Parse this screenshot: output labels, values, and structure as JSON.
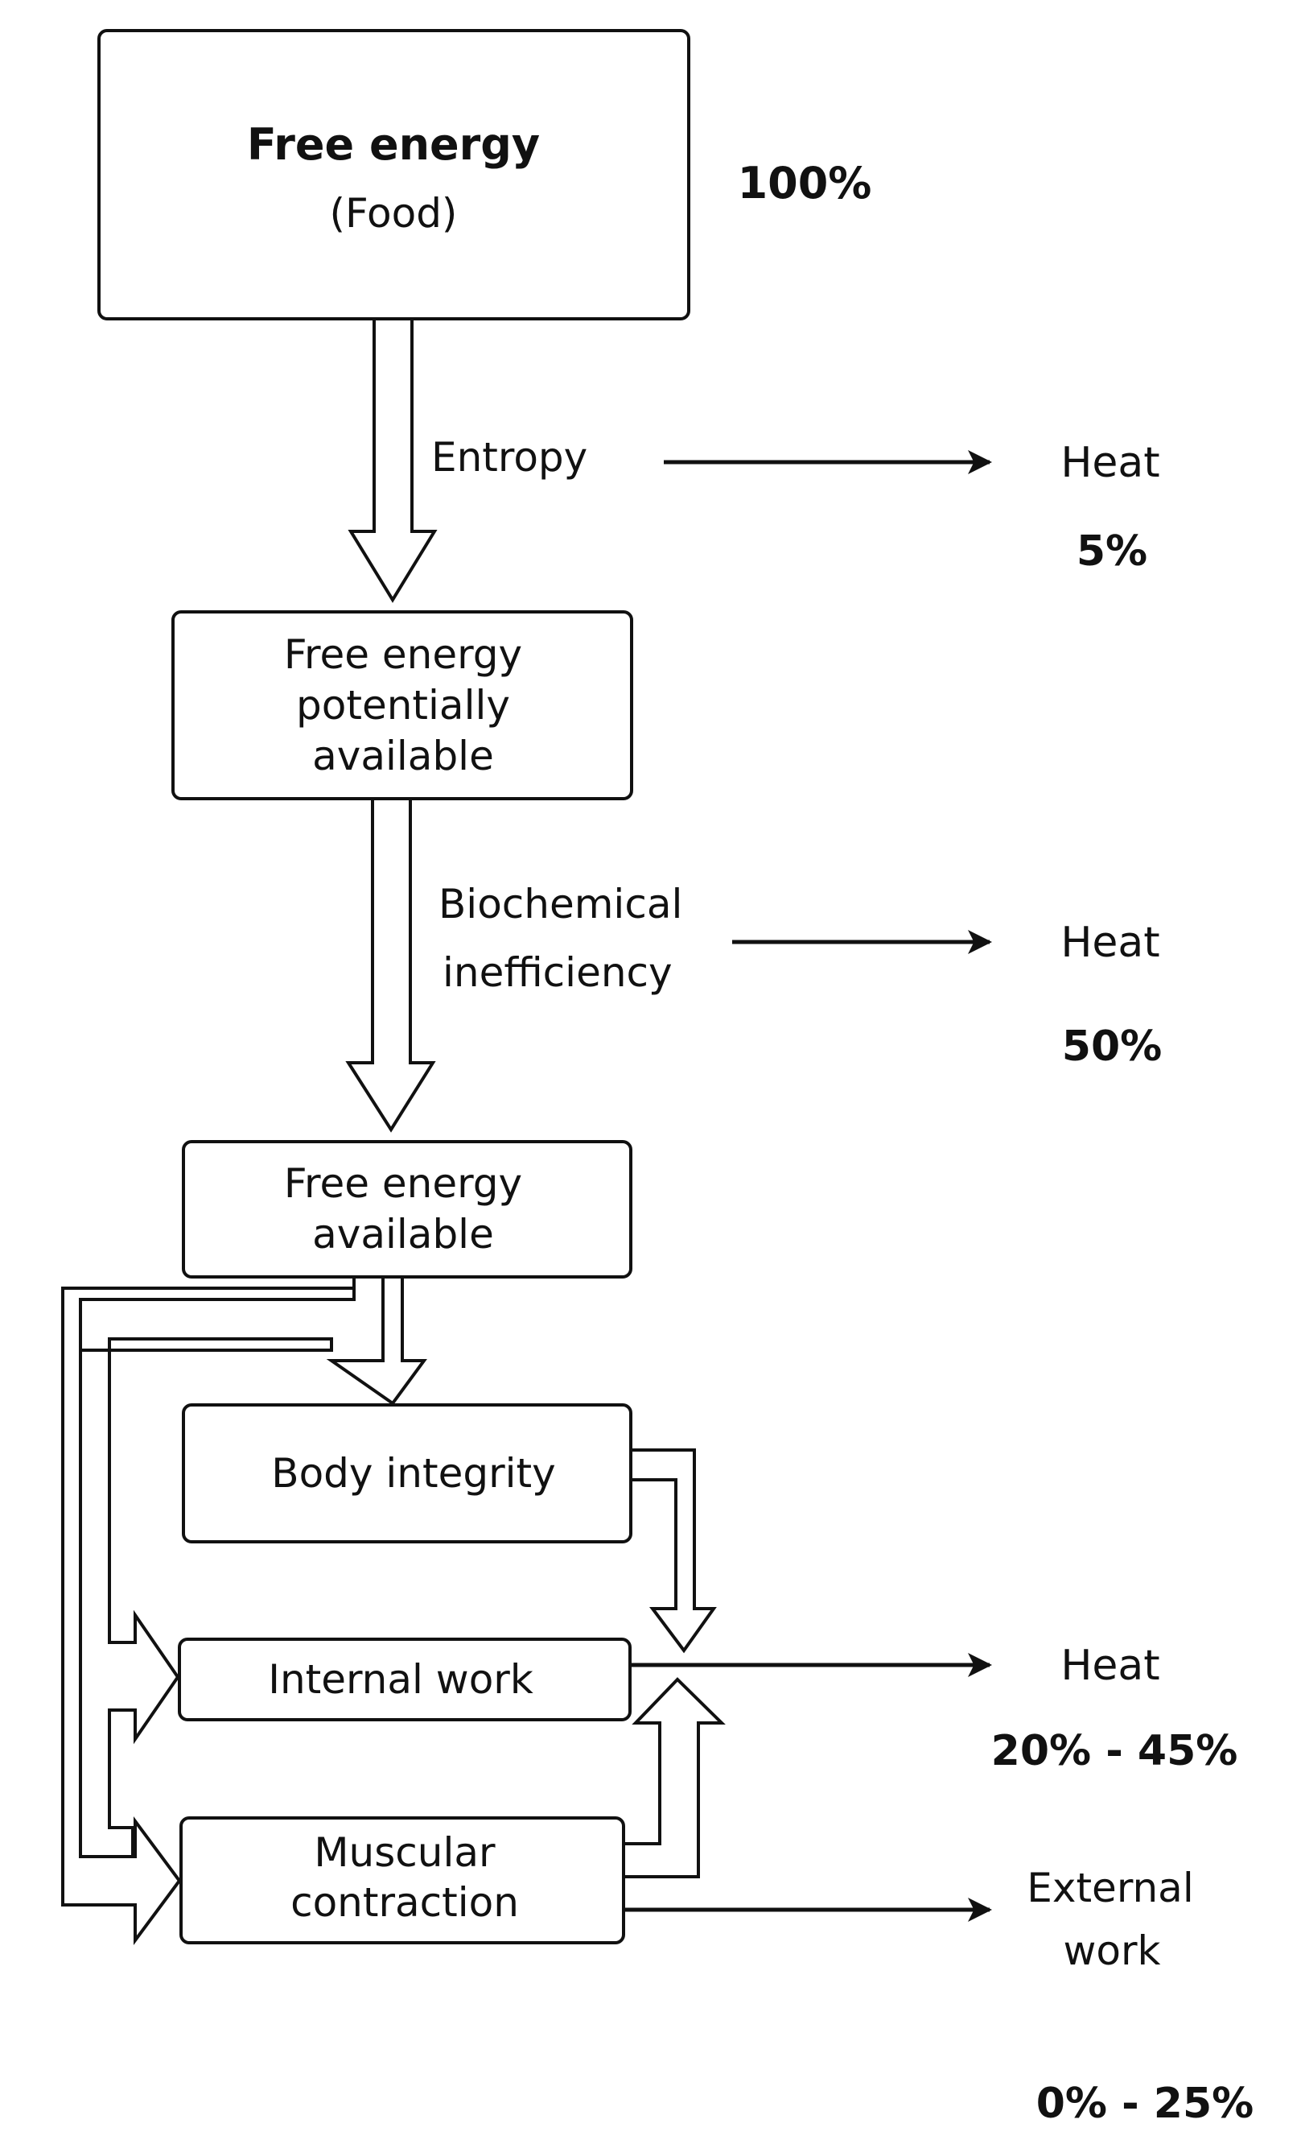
{
  "boxes": {
    "food_title": "Free energy",
    "food_subtitle": "(Food)",
    "potential_line1": "Free energy",
    "potential_line2": "potentially",
    "potential_line3": "available",
    "available_line1": "Free energy",
    "available_line2": "available",
    "body_integrity": "Body integrity",
    "internal_work": "Internal work",
    "muscular_line1": "Muscular",
    "muscular_line2": "contraction"
  },
  "losses": {
    "entropy_label": "Entropy",
    "biochem_line1": "Biochemical",
    "biochem_line2": "inefficiency"
  },
  "outputs": {
    "heat_1_label": "Heat",
    "heat_1_pct": "5%",
    "heat_2_label": "Heat",
    "heat_2_pct": "50%",
    "heat_3_label": "Heat",
    "heat_3_pct": "20% - 45%",
    "external_line1": "External",
    "external_line2": "work",
    "external_pct": "0% - 25%"
  },
  "input_pct": "100%",
  "colors": {
    "stroke": "#111111",
    "background": "#ffffff"
  }
}
